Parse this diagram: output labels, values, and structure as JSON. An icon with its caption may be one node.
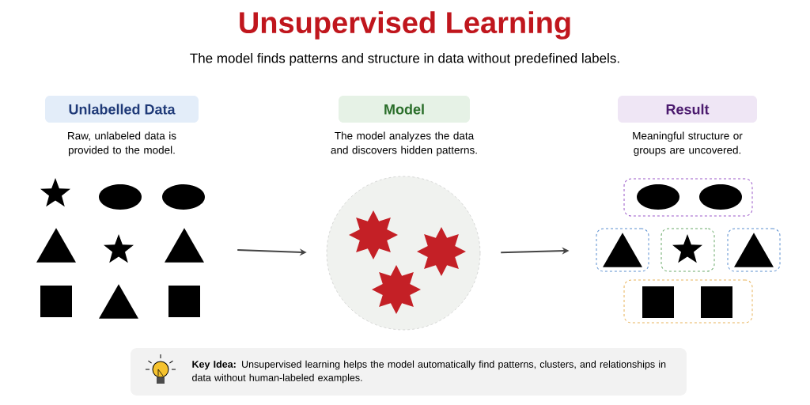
{
  "diagram": {
    "title": "Unsupervised Learning",
    "nodes": [
      {
        "text": [
          "Unlabelled Data"
        ],
        "beside": [
          "Raw, unlabeled data is provided to the model."
        ]
      },
      {
        "text": [
          "Model"
        ],
        "beside": [
          "The model analyzes the data and discovers hidden patterns."
        ]
      },
      {
        "text": [
          "Result"
        ],
        "beside": [
          "Meaningful structure or groups are uncovered."
        ]
      },
      {
        "text": [],
        "shape": "picture"
      },
      {
        "text": [],
        "shape": "circle"
      },
      {
        "text": [],
        "shape": "box"
      },
      {
        "text": [],
        "shape": "box"
      },
      {
        "text": [],
        "shape": "box"
      },
      {
        "text": [],
        "shape": "box"
      },
      {
        "text": [],
        "shape": "box"
      },
      {
        "text": [
          "**Key Idea:**  Unsupervised learning helps the model automatically find patterns, clusters, and relationships in data without human-labeled examples."
        ]
      }
    ],
    "edges": [
      {
        "from": 3,
        "to": 4,
        "arrow": "to"
      },
      {
        "from": 4,
        "to": 6,
        "arrow": "to"
      }
    ],
    "labels": [
      "The model finds patterns and structure in data without predefined labels."
    ]
  }
}
